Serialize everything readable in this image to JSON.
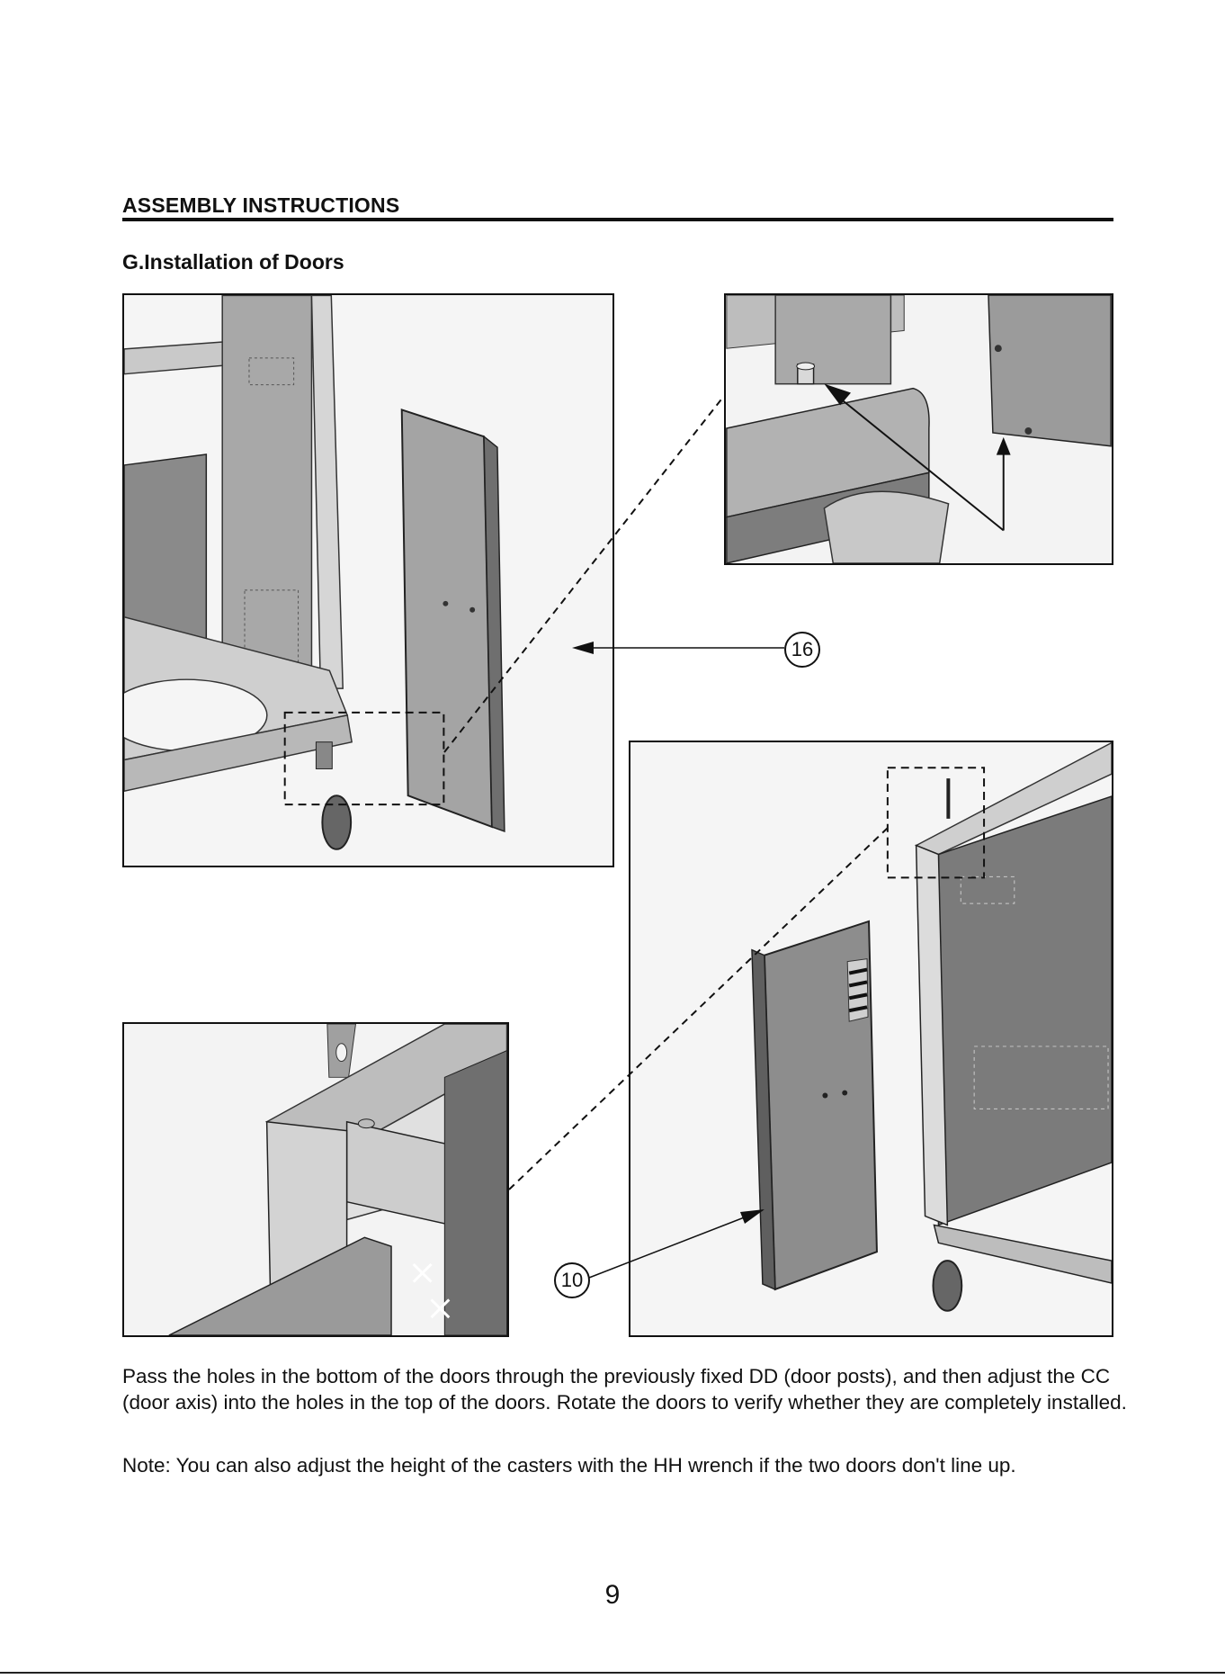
{
  "header": {
    "section_title": "ASSEMBLY INSTRUCTIONS",
    "subsection_title": "G.Installation of Doors"
  },
  "callouts": {
    "part_16": "16",
    "part_10": "10"
  },
  "instructions": {
    "step_text": "Pass the holes in the bottom of the doors through the previously fixed DD (door posts), and then adjust the CC (door axis) into the holes in the top of the doors. Rotate the doors to verify whether they are completely installed.",
    "note_text": "Note: You can also adjust the height of the casters with the HH wrench if the two doors don't line up."
  },
  "footer": {
    "page_number": "9"
  }
}
